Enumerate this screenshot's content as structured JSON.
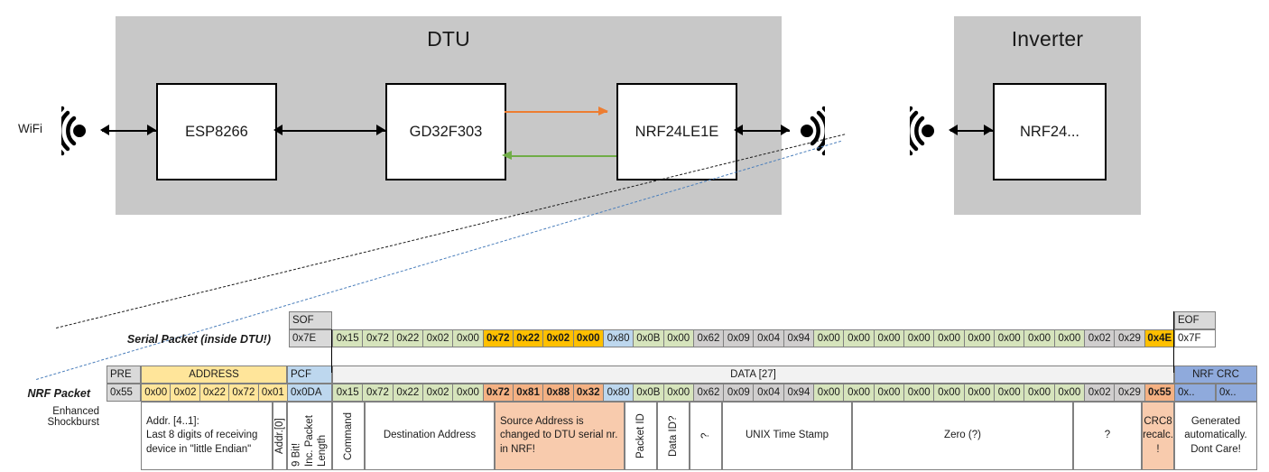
{
  "diagram": {
    "dtu": {
      "title": "DTU",
      "chips": [
        "ESP8266",
        "GD32F303",
        "NRF24LE1E"
      ],
      "wifi_label": "WiFi",
      "link_colors": {
        "tx": "#ed7d31",
        "rx": "#70ad47",
        "wired": "#000000"
      }
    },
    "inverter": {
      "title": "Inverter",
      "chips": [
        "NRF24..."
      ]
    }
  },
  "packets": {
    "serial": {
      "label": "Serial Packet (inside DTU!)",
      "sof_header": "SOF",
      "eof_header": "EOF",
      "sof_value": "0x7E",
      "eof_value": "0x7F",
      "bytes": [
        {
          "v": "0x15",
          "c": "c-green"
        },
        {
          "v": "0x72",
          "c": "c-green"
        },
        {
          "v": "0x22",
          "c": "c-green"
        },
        {
          "v": "0x02",
          "c": "c-green"
        },
        {
          "v": "0x00",
          "c": "c-green"
        },
        {
          "v": "0x72",
          "c": "c-amber",
          "b": true
        },
        {
          "v": "0x22",
          "c": "c-amber",
          "b": true
        },
        {
          "v": "0x02",
          "c": "c-amber",
          "b": true
        },
        {
          "v": "0x00",
          "c": "c-amber",
          "b": true
        },
        {
          "v": "0x80",
          "c": "c-lblue"
        },
        {
          "v": "0x0B",
          "c": "c-green"
        },
        {
          "v": "0x00",
          "c": "c-green"
        },
        {
          "v": "0x62",
          "c": "c-grayval"
        },
        {
          "v": "0x09",
          "c": "c-grayval"
        },
        {
          "v": "0x04",
          "c": "c-grayval"
        },
        {
          "v": "0x94",
          "c": "c-grayval"
        },
        {
          "v": "0x00",
          "c": "c-green"
        },
        {
          "v": "0x00",
          "c": "c-green"
        },
        {
          "v": "0x00",
          "c": "c-green"
        },
        {
          "v": "0x00",
          "c": "c-green"
        },
        {
          "v": "0x00",
          "c": "c-green"
        },
        {
          "v": "0x00",
          "c": "c-green"
        },
        {
          "v": "0x00",
          "c": "c-green"
        },
        {
          "v": "0x00",
          "c": "c-green"
        },
        {
          "v": "0x00",
          "c": "c-green"
        },
        {
          "v": "0x02",
          "c": "c-grayval"
        },
        {
          "v": "0x29",
          "c": "c-grayval"
        },
        {
          "v": "0x4E",
          "c": "c-amber",
          "b": true
        }
      ]
    },
    "nrf": {
      "label": "NRF Packet",
      "sublabel": "Enhanced Shockburst",
      "headers": {
        "pre": "PRE",
        "address": "ADDRESS",
        "pcf": "PCF",
        "data": "DATA [27]",
        "crc": "NRF CRC"
      },
      "pre_value": "0x55",
      "address_values": [
        "0x00",
        "0x02",
        "0x22",
        "0x72",
        "0x01"
      ],
      "pcf_value": "0x0DA",
      "crc_values": [
        "0x..",
        "0x.."
      ],
      "bytes": [
        {
          "v": "0x15",
          "c": "c-green"
        },
        {
          "v": "0x72",
          "c": "c-green"
        },
        {
          "v": "0x22",
          "c": "c-green"
        },
        {
          "v": "0x02",
          "c": "c-green"
        },
        {
          "v": "0x00",
          "c": "c-green"
        },
        {
          "v": "0x72",
          "c": "c-orange",
          "b": true
        },
        {
          "v": "0x81",
          "c": "c-orange",
          "b": true
        },
        {
          "v": "0x88",
          "c": "c-orange",
          "b": true
        },
        {
          "v": "0x32",
          "c": "c-orange",
          "b": true
        },
        {
          "v": "0x80",
          "c": "c-lblue"
        },
        {
          "v": "0x0B",
          "c": "c-green"
        },
        {
          "v": "0x00",
          "c": "c-green"
        },
        {
          "v": "0x62",
          "c": "c-grayval"
        },
        {
          "v": "0x09",
          "c": "c-grayval"
        },
        {
          "v": "0x04",
          "c": "c-grayval"
        },
        {
          "v": "0x94",
          "c": "c-grayval"
        },
        {
          "v": "0x00",
          "c": "c-green"
        },
        {
          "v": "0x00",
          "c": "c-green"
        },
        {
          "v": "0x00",
          "c": "c-green"
        },
        {
          "v": "0x00",
          "c": "c-green"
        },
        {
          "v": "0x00",
          "c": "c-green"
        },
        {
          "v": "0x00",
          "c": "c-green"
        },
        {
          "v": "0x00",
          "c": "c-green"
        },
        {
          "v": "0x00",
          "c": "c-green"
        },
        {
          "v": "0x00",
          "c": "c-green"
        },
        {
          "v": "0x02",
          "c": "c-grayval"
        },
        {
          "v": "0x29",
          "c": "c-grayval"
        },
        {
          "v": "0x55",
          "c": "c-orange",
          "b": true
        }
      ]
    },
    "descriptions": {
      "address": "Addr. [4..1]:\nLast 8 digits of receiving device in \"little Endian\"",
      "addr0": "Addr.[0]",
      "pcf": "9 Bit!\nInc. Packet Length",
      "command": "Command",
      "destination": "Destination Address",
      "source": "Source Address is changed to DTU serial nr. in NRF!",
      "packet_id": "Packet ID",
      "data_id": "Data ID?",
      "unknown1": "?",
      "timestamp": "UNIX Time Stamp",
      "zero": "Zero (?)",
      "unknown2": "?",
      "crc8": "CRC8 recalc. !",
      "crc_note": "Generated automatically. Dont Care!"
    }
  }
}
